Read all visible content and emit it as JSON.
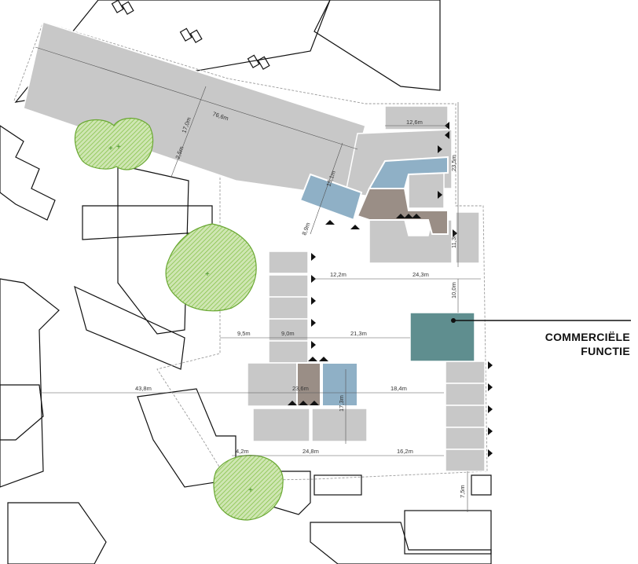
{
  "colors": {
    "site_grey": "#c8c8c8",
    "commercial": "#5f8e8f",
    "blue": "#8fb0c6",
    "brown": "#9a8e86",
    "tree_green": "#7fbf3f"
  },
  "legend": {
    "line1": "COMMERCIËLE",
    "line2": "FUNCTIE"
  },
  "dimensions": {
    "d76_6": "76,6m",
    "d17_0": "17,0m",
    "d2_5": "2,5m",
    "d15_1": "15,1m",
    "d8_9": "8,9m",
    "d12_6": "12,6m",
    "d23_5": "23,5m",
    "d11_3": "11,3m",
    "d12_2": "12,2m",
    "d24_3": "24,3m",
    "d10_0": "10,0m",
    "d9_5": "9,5m",
    "d9_0": "9,0m",
    "d21_3": "21,3m",
    "d43_8": "43,8m",
    "d23_6": "23,6m",
    "d17_3": "17,3m",
    "d18_4": "18,4m",
    "d4_2": "4,2m",
    "d24_8": "24,8m",
    "d16_2": "16,2m",
    "d7_5": "7,5m"
  },
  "icons": [
    "tree-icon",
    "entrance-arrow-icon",
    "dimension-line-icon"
  ]
}
